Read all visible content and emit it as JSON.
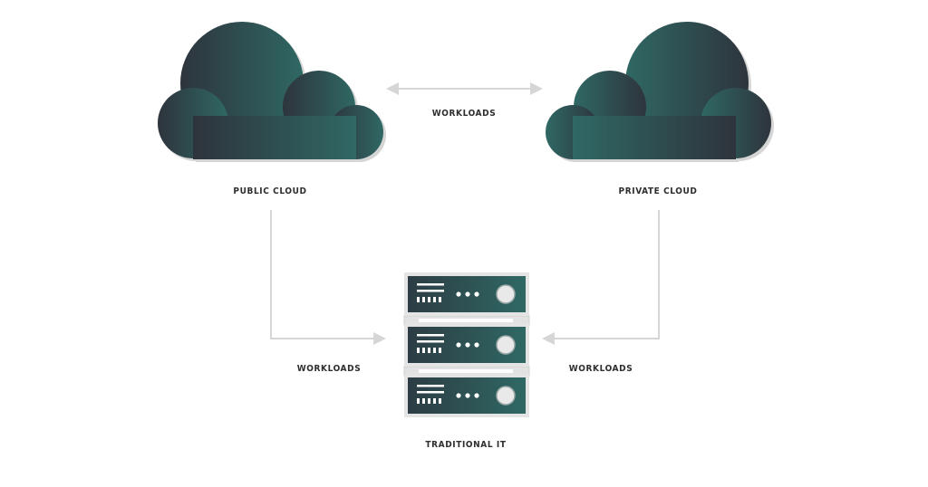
{
  "nodes": {
    "public_cloud": "PUBLIC CLOUD",
    "private_cloud": "PRIVATE CLOUD",
    "traditional_it": "TRADITIONAL IT"
  },
  "edges": {
    "clouds_link": "WORKLOADS",
    "public_to_it": "WORKLOADS",
    "private_to_it": "WORKLOADS"
  },
  "colors": {
    "cloud_dark": "#2e343c",
    "cloud_teal": "#2f6864",
    "server_body": "#2f4f4f",
    "server_frame": "#d9d9d9",
    "connector": "#d6d6d6",
    "text": "#2e2e2e"
  }
}
